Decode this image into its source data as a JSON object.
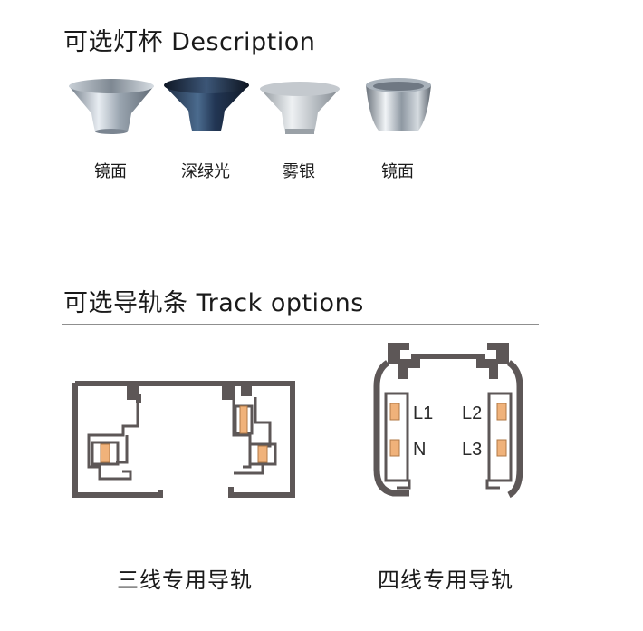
{
  "cups_section": {
    "title": "可选灯杯 Description",
    "items": [
      {
        "label": "镜面",
        "icon": "silver-mirror-reflector-cup-icon"
      },
      {
        "label": "深绿光",
        "icon": "dark-green-reflector-cup-icon"
      },
      {
        "label": "雾银",
        "icon": "matte-silver-reflector-cup-icon"
      },
      {
        "label": "镜面",
        "icon": "silver-mirror-deep-cup-icon"
      }
    ]
  },
  "track_section": {
    "title": "可选导轨条 Track options",
    "items": [
      {
        "label": "三线专用导轨",
        "icon": "three-wire-track-profile-icon"
      },
      {
        "label": "四线专用导轨",
        "icon": "four-wire-track-profile-icon",
        "terminals": [
          "L1",
          "L2",
          "N",
          "L3"
        ]
      }
    ]
  },
  "colors": {
    "profile": "#5d5757",
    "conductor": "#f0b27a",
    "divider": "#8f8f8f"
  }
}
